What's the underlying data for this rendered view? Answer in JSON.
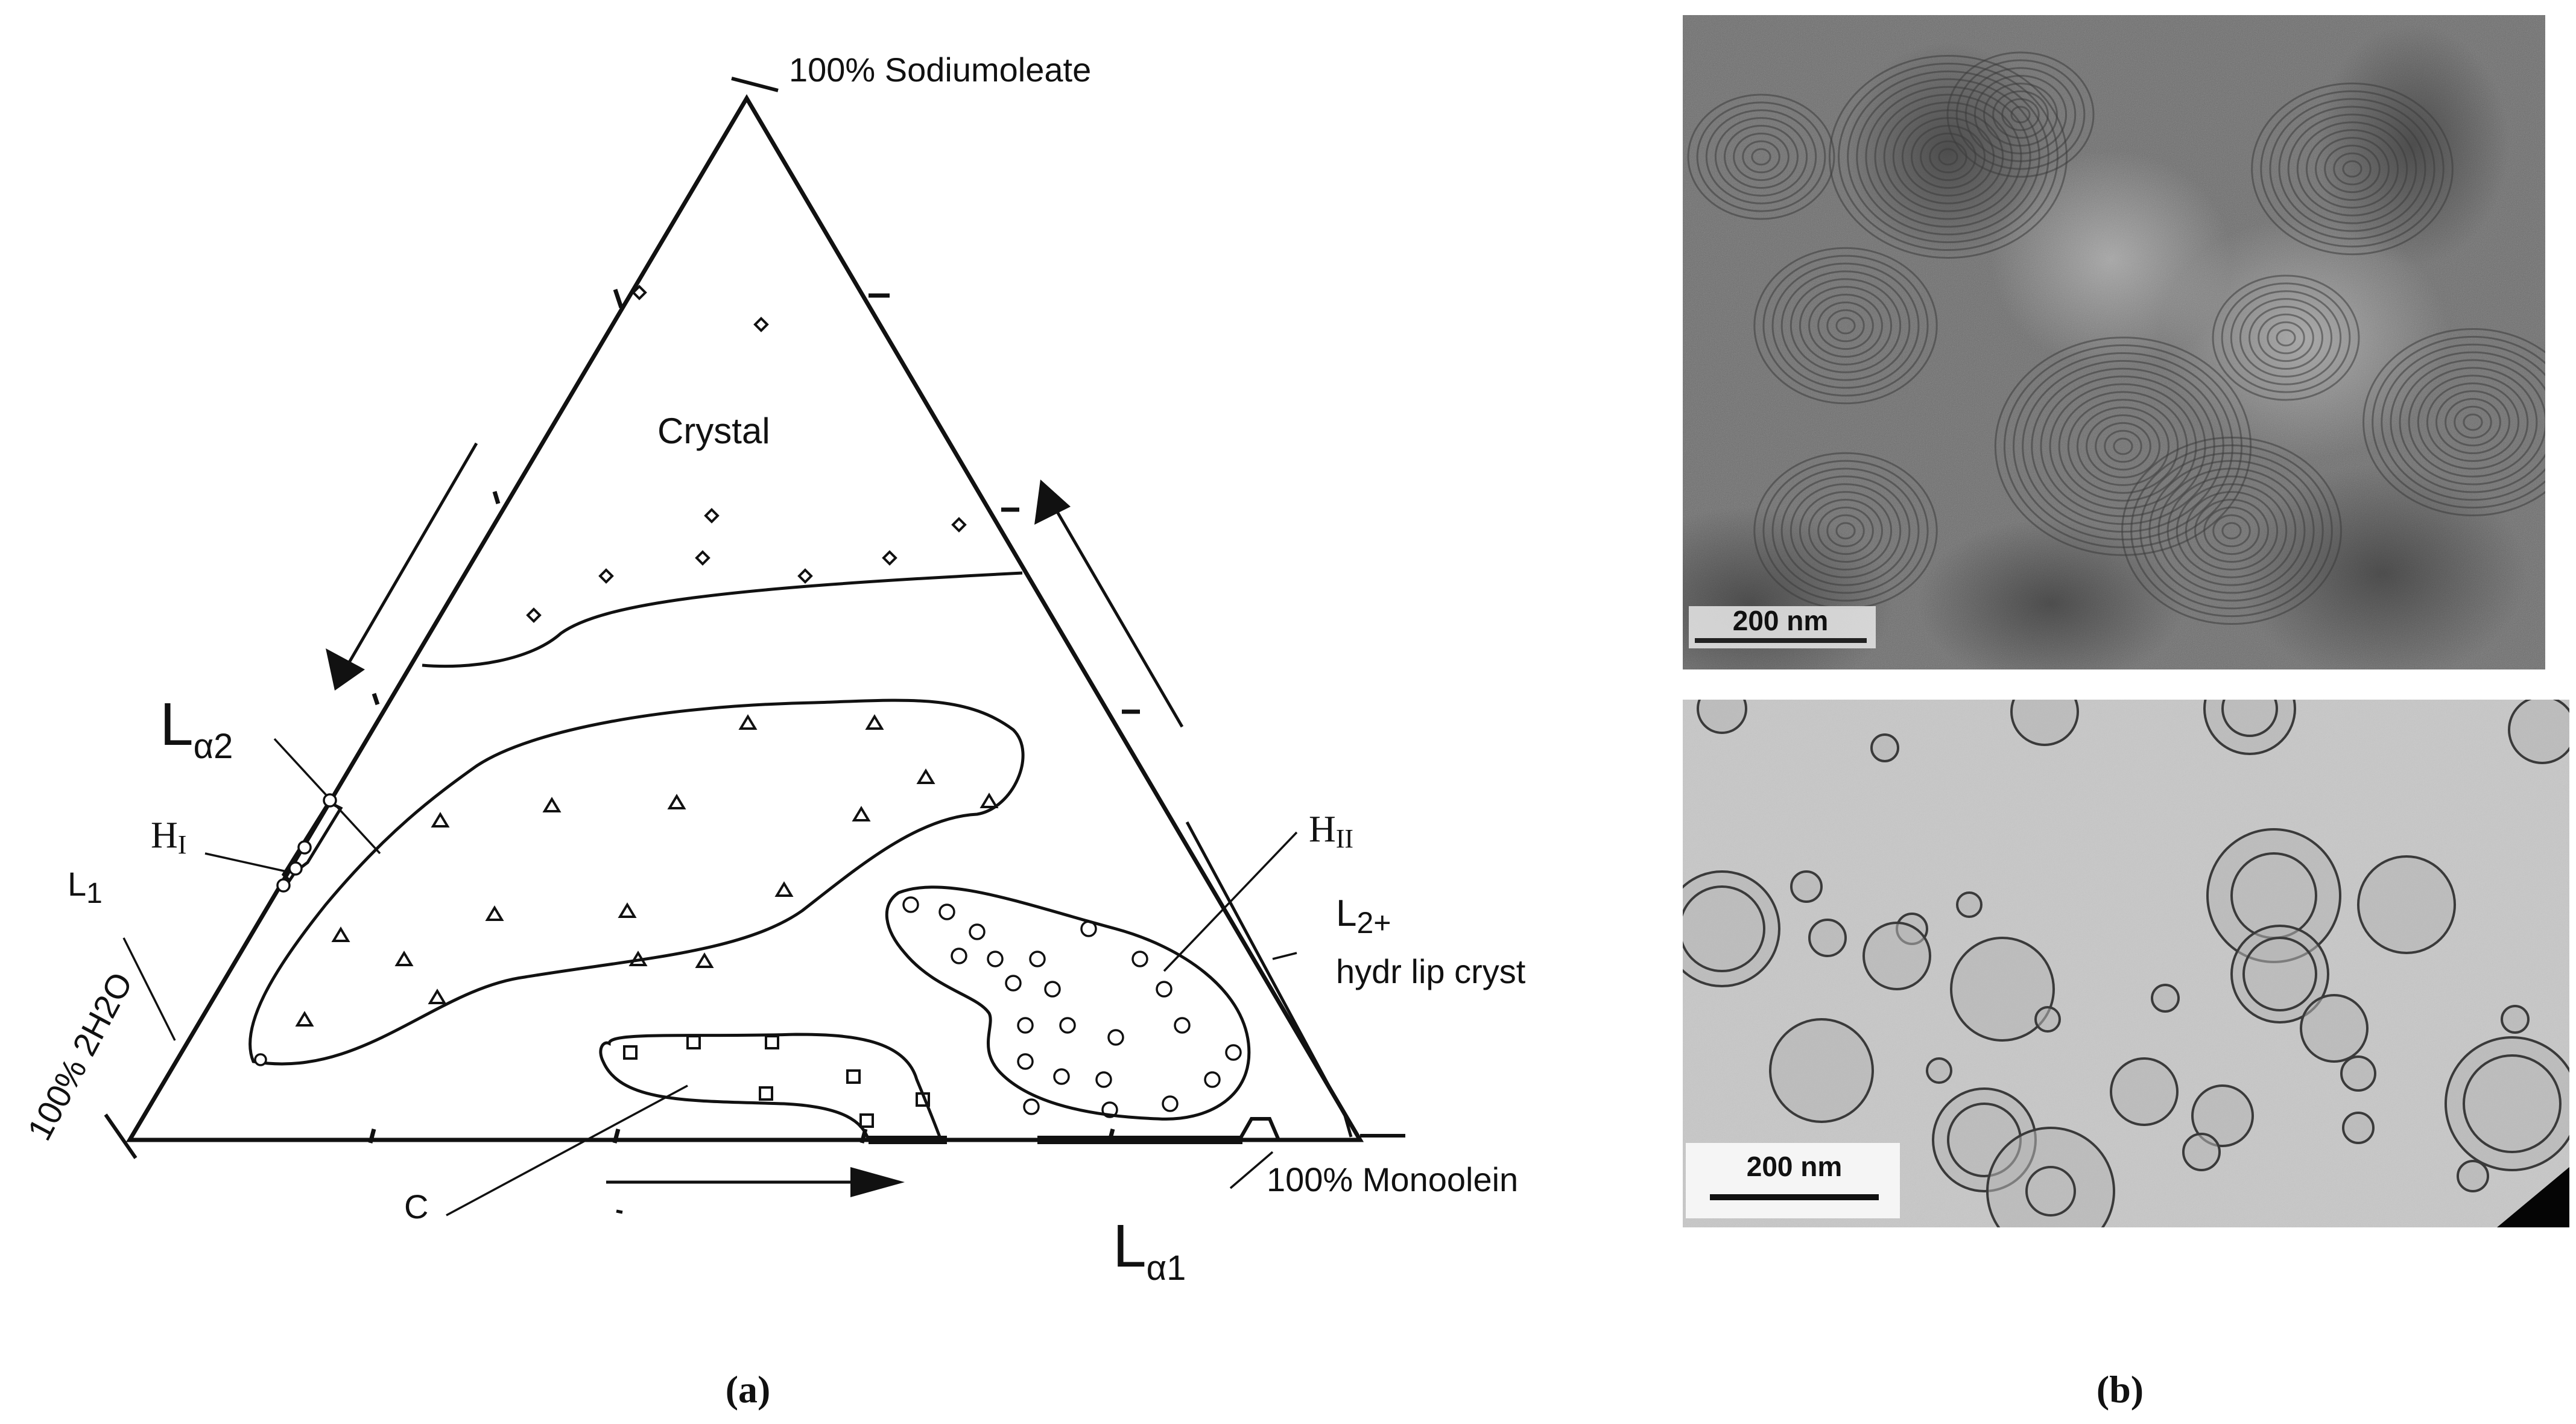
{
  "panel_a": {
    "caption": "(a)",
    "vertices": {
      "top": "100% Sodiumoleate",
      "right": "100% Monoolein",
      "left": "100% 2H2O"
    },
    "regions": {
      "crystal": "Crystal",
      "la2": "L",
      "la2_sub": "α2",
      "hi": "H",
      "hi_sub": "I",
      "l1": "L",
      "l1_sub": "1",
      "hii": "H",
      "hii_sub": "II",
      "l2": "L",
      "l2_sub": "2+",
      "l2_extra": "hydr lip cryst",
      "c": "C",
      "la1": "L",
      "la1_sub": "α1"
    }
  },
  "panel_b": {
    "caption": "(b)",
    "top_image": {
      "scale_bar_label": "200 nm",
      "background": "#6d6d6d"
    },
    "bottom_image": {
      "scale_bar_label": "200 nm",
      "background": "#c8c8c8"
    }
  }
}
